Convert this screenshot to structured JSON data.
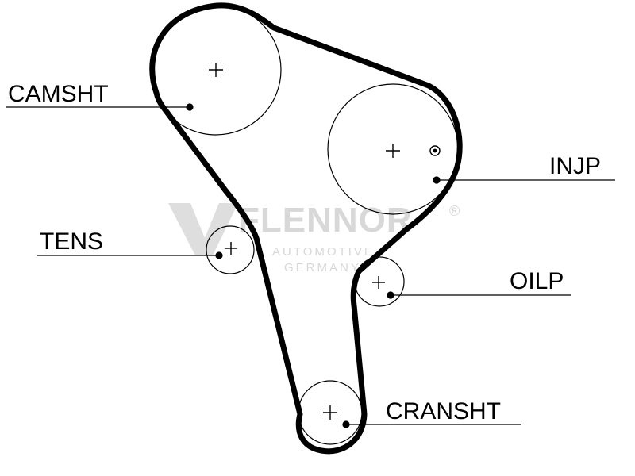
{
  "labels": {
    "camshaft": "CAMSHT",
    "injection_pump": "INJP",
    "tensioner": "TENS",
    "oil_pump": "OILP",
    "crankshaft": "CRANSHT"
  },
  "watermark": {
    "brand": "FLENNOR",
    "registered": "®",
    "line1": "AUTOMOTIVE",
    "line2": "GERMANY"
  },
  "colors": {
    "belt": "#000000",
    "pulley": "#000000",
    "watermark": "#d8d8d8"
  }
}
